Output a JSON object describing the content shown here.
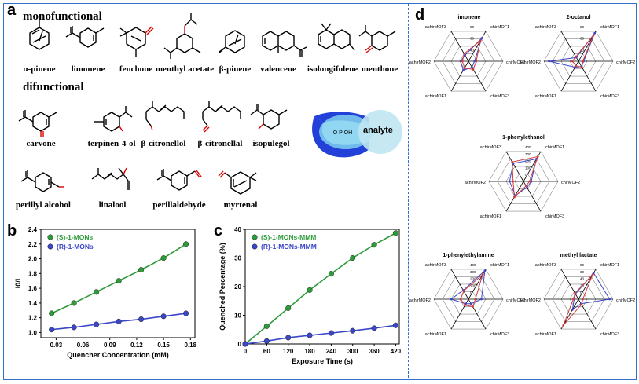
{
  "panel_labels": {
    "a": "a",
    "b": "b",
    "c": "c",
    "d": "d"
  },
  "panel_a": {
    "monofunctional_title": "monofunctional",
    "difunctional_title": "difunctional",
    "monofunctional": [
      "α-pinene",
      "limonene",
      "fenchone",
      "menthyl acetate",
      "β-pinene",
      "valencene",
      "isolongifolene",
      "menthone"
    ],
    "difunctional_row1": [
      "carvone",
      "terpinen-4-ol",
      "β-citronellol",
      "β-citronellal",
      "isopulegol"
    ],
    "difunctional_row2": [
      "perillyl alcohol",
      "linalool",
      "perillaldehyde",
      "myrtenal"
    ],
    "schematic": {
      "analyte": "analyte"
    }
  },
  "chart_data": [
    {
      "type": "scatter",
      "panel": "b",
      "xlabel": "Quencher Concentration (mM)",
      "ylabel": "I0/I",
      "xlim": [
        0.013,
        0.185
      ],
      "ylim": [
        0.93,
        2.4
      ],
      "xticks": [
        "0.03",
        "0.06",
        "0.09",
        "0.12",
        "0.15",
        "0.18"
      ],
      "yticks": [
        "1.0",
        "1.2",
        "1.4",
        "1.6",
        "1.8",
        "2.0",
        "2.2",
        "2.4"
      ],
      "legend_position": "top-left",
      "series": [
        {
          "name": "(S)-1-MONs",
          "color": "#2e9b3a",
          "x": [
            0.025,
            0.05,
            0.075,
            0.1,
            0.125,
            0.15,
            0.175
          ],
          "y": [
            1.26,
            1.4,
            1.55,
            1.7,
            1.85,
            2.01,
            2.2
          ]
        },
        {
          "name": "(R)-1-MONs",
          "color": "#3a47c9",
          "x": [
            0.025,
            0.05,
            0.075,
            0.1,
            0.125,
            0.15,
            0.175
          ],
          "y": [
            1.04,
            1.07,
            1.11,
            1.15,
            1.18,
            1.22,
            1.26
          ]
        }
      ]
    },
    {
      "type": "line",
      "panel": "c",
      "xlabel": "Exposure Time (s)",
      "ylabel": "Quenched Percentage (%)",
      "xlim": [
        0,
        430
      ],
      "ylim": [
        0,
        40
      ],
      "xticks": [
        "0",
        "60",
        "120",
        "180",
        "240",
        "300",
        "360",
        "420"
      ],
      "yticks": [
        "0",
        "10",
        "20",
        "30",
        "40"
      ],
      "legend_position": "top-left",
      "series": [
        {
          "name": "(S)-1-MONs-MMM",
          "color": "#2e9b3a",
          "x": [
            0,
            60,
            120,
            180,
            240,
            300,
            360,
            420
          ],
          "y": [
            0,
            6.2,
            12.5,
            18.8,
            24.5,
            30.0,
            34.6,
            38.7
          ]
        },
        {
          "name": "(R)-1-MONs-MMM",
          "color": "#3a47c9",
          "x": [
            0,
            60,
            120,
            180,
            240,
            300,
            360,
            420
          ],
          "y": [
            0,
            1.0,
            2.2,
            3.0,
            3.8,
            4.6,
            5.5,
            6.5
          ]
        }
      ]
    },
    {
      "type": "radar",
      "panel": "d",
      "axes": [
        "chirMOF1",
        "chirMOF2",
        "chirMOF3",
        "achirMOF1",
        "achirMOF2",
        "achirMOF3"
      ],
      "charts": [
        {
          "title": "limonene",
          "ticks": [
            "40",
            "60",
            "80"
          ],
          "max": 80,
          "series": [
            {
              "color": "#3a47c9",
              "values": [
                62,
                14,
                16,
                24,
                18,
                16
              ]
            },
            {
              "color": "#d23a3a",
              "values": [
                55,
                18,
                22,
                18,
                14,
                20
              ]
            }
          ]
        },
        {
          "title": "2-octanol",
          "ticks": [
            "40",
            "60",
            "80"
          ],
          "max": 80,
          "series": [
            {
              "color": "#3a47c9",
              "values": [
                75,
                12,
                14,
                16,
                68,
                10
              ]
            },
            {
              "color": "#d23a3a",
              "values": [
                70,
                10,
                16,
                12,
                14,
                12
              ]
            }
          ]
        },
        {
          "title": "1-phenylethanol",
          "ticks": [
            "0",
            "100",
            "200",
            "300",
            "400"
          ],
          "max": 400,
          "series": [
            {
              "color": "#3a47c9",
              "values": [
                300,
                90,
                80,
                190,
                160,
                240
              ]
            },
            {
              "color": "#d23a3a",
              "values": [
                330,
                70,
                60,
                210,
                120,
                260
              ]
            }
          ]
        },
        {
          "title": "1-phenylethylamine",
          "ticks": [
            "0",
            "100",
            "200",
            "300",
            "400"
          ],
          "max": 400,
          "series": [
            {
              "color": "#3a47c9",
              "values": [
                380,
                150,
                60,
                60,
                200,
                120
              ]
            },
            {
              "color": "#d23a3a",
              "values": [
                330,
                80,
                100,
                80,
                90,
                110
              ]
            }
          ]
        },
        {
          "title": "methyl lactate",
          "ticks": [
            "0",
            "20",
            "40",
            "60",
            "80"
          ],
          "max": 80,
          "series": [
            {
              "color": "#3a47c9",
              "values": [
                70,
                72,
                12,
                28,
                10,
                14
              ]
            },
            {
              "color": "#d23a3a",
              "values": [
                66,
                10,
                14,
                70,
                12,
                16
              ]
            }
          ]
        }
      ]
    }
  ]
}
